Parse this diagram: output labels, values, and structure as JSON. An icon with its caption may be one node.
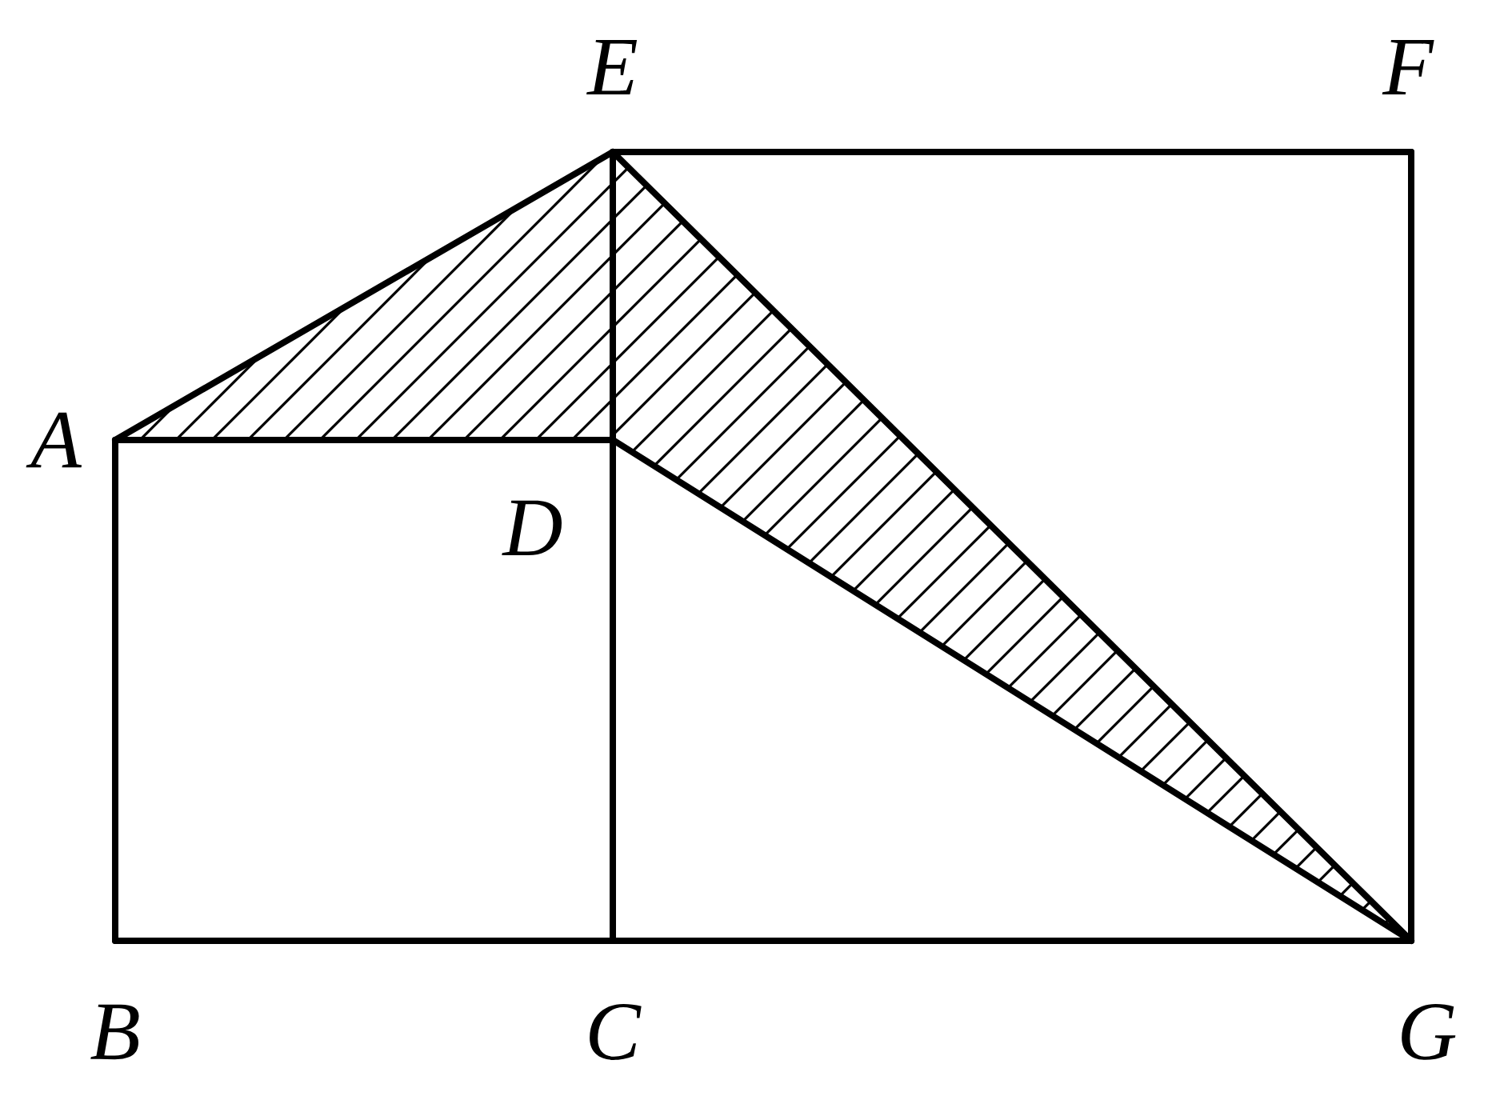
{
  "diagram": {
    "labels": [
      "E",
      "F",
      "A",
      "D",
      "B",
      "C",
      "G"
    ]
  }
}
